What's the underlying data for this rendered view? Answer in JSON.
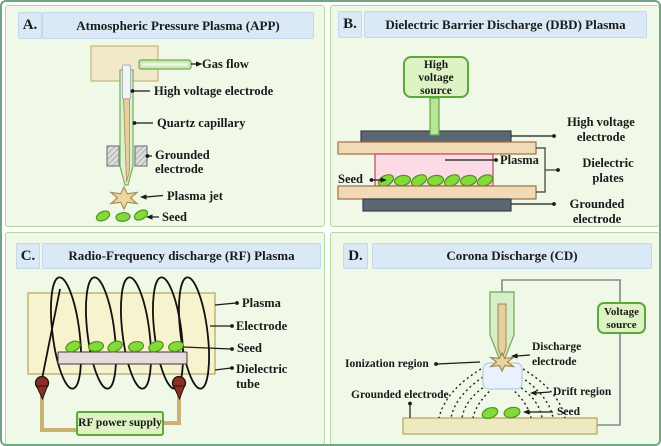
{
  "figure": {
    "panels": [
      {
        "id": "A",
        "letter": "A.",
        "title": "Atmospheric Pressure Plasma (APP)",
        "labels": {
          "gas_flow": "Gas flow",
          "high_voltage_electrode": "High voltage electrode",
          "quartz_capillary": "Quartz capillary",
          "grounded_electrode": "Grounded electrode",
          "plasma_jet": "Plasma jet",
          "seed": "Seed"
        }
      },
      {
        "id": "B",
        "letter": "B.",
        "title": "Dielectric Barrier Discharge (DBD) Plasma",
        "labels": {
          "source_box": "High voltage source",
          "high_voltage_electrode": "High voltage electrode",
          "plasma": "Plasma",
          "dielectric_plates": "Dielectric plates",
          "seed": "Seed",
          "grounded_electrode": "Grounded electrode"
        }
      },
      {
        "id": "C",
        "letter": "C.",
        "title": "Radio-Frequency discharge (RF) Plasma",
        "labels": {
          "plasma": "Plasma",
          "electrode": "Electrode",
          "seed": "Seed",
          "dielectric_tube": "Dielectric tube",
          "rf_power_supply": "RF power supply"
        }
      },
      {
        "id": "D",
        "letter": "D.",
        "title": "Corona Discharge (CD)",
        "labels": {
          "voltage_source": "Voltage source",
          "ionization_region": "Ionization region",
          "discharge_electrode": "Discharge electrode",
          "grounded_electrode": "Grounded electrode",
          "drift_region": "Drift region",
          "seed": "Seed"
        }
      }
    ],
    "colors": {
      "panel_background": "#f0f8e8",
      "panel_border": "#b2d6a4",
      "outer_border": "#72a583",
      "title_background": "#dbe9f7",
      "title_border": "#c2d8ec",
      "seed_green": "#86d93c",
      "seed_green_dark": "#4f9718",
      "plasma_pink": "#fcdae6",
      "plasma_pink_border": "#c94f60",
      "electrode_gray": "#5c6670",
      "dielectric_tan": "#f3dab6",
      "source_box_green": "#def3c3",
      "source_box_border": "#5da83b",
      "coil_black": "#111111",
      "wire_tan": "#c9b273",
      "connector_maroon": "#8b2f26",
      "chamber_tan": "#f1e9c8",
      "star_tan": "#ecd7a4",
      "nozzle_green": "#d7efc8",
      "ionization_blue": "#e9f2fc",
      "yellow_chamber": "#f6f3ce"
    }
  }
}
